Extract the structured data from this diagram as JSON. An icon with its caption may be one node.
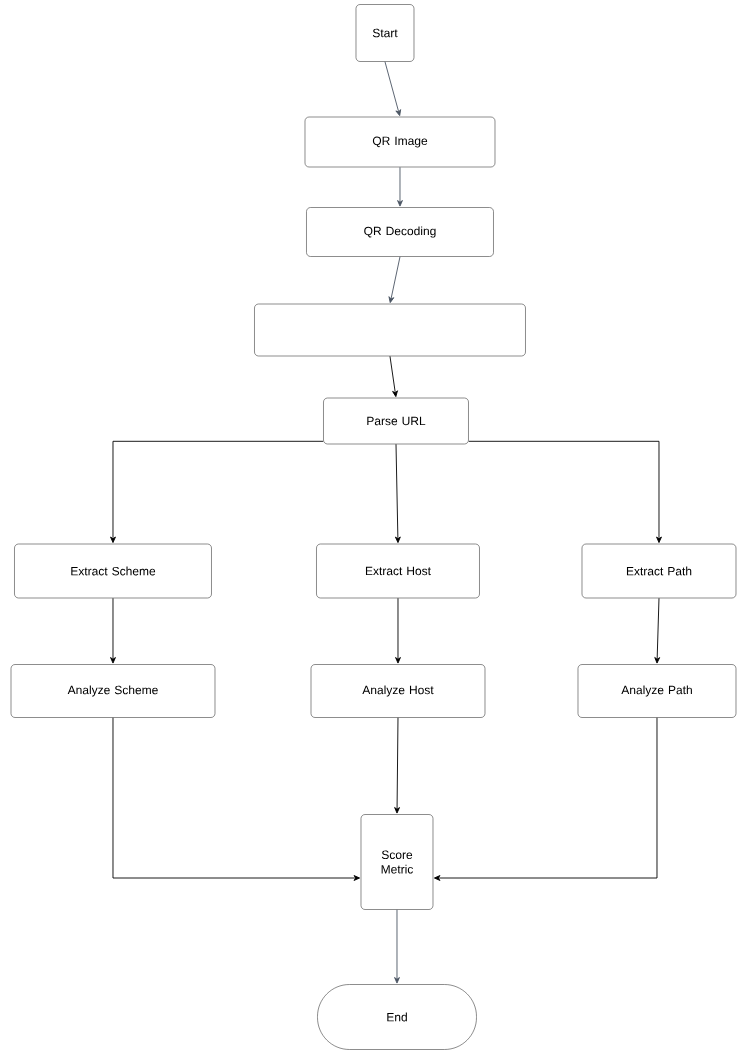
{
  "diagram": {
    "nodes": [
      {
        "text": [
          "Start"
        ]
      },
      {
        "text": [
          "QR Image"
        ]
      },
      {
        "text": [
          "QR Decoding"
        ]
      },
      {
        "text": [],
        "shape": "box"
      },
      {
        "text": [
          "Parse URL"
        ]
      },
      {
        "text": [
          "Extract Scheme"
        ]
      },
      {
        "text": [
          "Extract Host"
        ]
      },
      {
        "text": [
          "Extract Path"
        ]
      },
      {
        "text": [
          "Analyze Scheme"
        ]
      },
      {
        "text": [
          "Analyze Host"
        ]
      },
      {
        "text": [
          "Analyze Path"
        ]
      },
      {
        "text": [
          "Score Metric"
        ]
      },
      {
        "text": [
          "End"
        ]
      }
    ],
    "edges": [
      {
        "from": 0,
        "to": 1,
        "arrow": "to",
        "color": "#4b5563"
      },
      {
        "from": 1,
        "to": 2,
        "arrow": "to",
        "color": "#4b5563"
      },
      {
        "from": 2,
        "to": 3,
        "arrow": "to",
        "color": "#4b5563"
      },
      {
        "from": 3,
        "to": 4,
        "arrow": "to"
      },
      {
        "from": 4,
        "to": 5,
        "arrow": "to"
      },
      {
        "from": 4,
        "to": 6,
        "arrow": "to"
      },
      {
        "from": 4,
        "to": 7,
        "arrow": "to"
      },
      {
        "from": 5,
        "to": 8,
        "arrow": "to"
      },
      {
        "from": 6,
        "to": 9,
        "arrow": "to"
      },
      {
        "from": 7,
        "to": 10,
        "arrow": "to"
      },
      {
        "from": 8,
        "to": 11,
        "arrow": "to"
      },
      {
        "from": 9,
        "to": 11,
        "arrow": "to"
      },
      {
        "from": 10,
        "to": 11,
        "arrow": "to"
      },
      {
        "from": 11,
        "to": 12,
        "arrow": "to",
        "color": "#4b5563"
      }
    ]
  }
}
